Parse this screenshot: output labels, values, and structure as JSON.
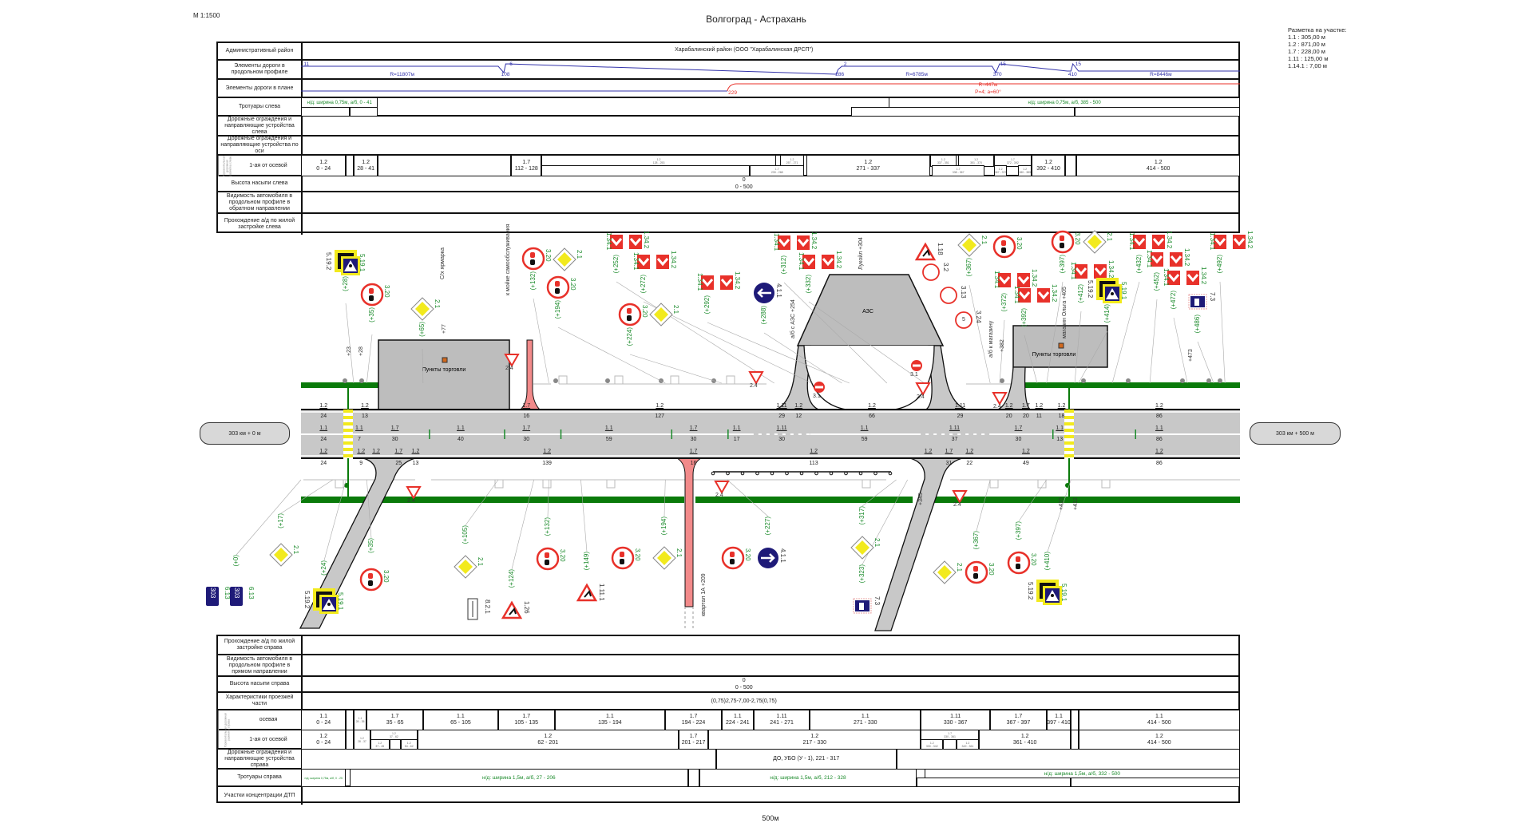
{
  "header": {
    "scale": "М 1:1500",
    "title": "Волгоград - Астрахань"
  },
  "legend": {
    "title": "Разметка на участке:",
    "items": [
      "1.1 : 305,00 м",
      "1.2 : 871,00 м",
      "1.7 : 228,00 м",
      "1.11 : 125,00 м",
      "1.14.1 : 7,00 м"
    ]
  },
  "top_table": {
    "rows": [
      {
        "label": "Административный район"
      },
      {
        "label": "Элементы дороги в продольном профиле"
      },
      {
        "label": "Элементы дороги в плане"
      },
      {
        "label": "Тротуары слева"
      },
      {
        "label": "Дорожные ограждения и направляющие устройства слева"
      },
      {
        "label": "Дорожные ограждения и направляющие устройства по оси"
      },
      {
        "label": "1-ая от осевой",
        "group": "Горизонтальная дорожная разметка слева"
      },
      {
        "label": "Высота насыпи слева"
      },
      {
        "label": "Видимость автомобиля в продольном профиле в обратном направлении"
      },
      {
        "label": "Прохождение а/д по жилой застройке слева"
      }
    ],
    "admin": "Харабалинский район (ООО \"Харабалинская ДРСП\")",
    "profile_labels": [
      "11",
      "R=11807м",
      "108",
      "6",
      "286",
      "2",
      "R=6785м",
      "370",
      "15",
      "410",
      "15",
      "R=8446м"
    ],
    "plan_labels": {
      "km": "229",
      "radius": "R=447м",
      "params": "Р=4; а=60°"
    },
    "sidewalks": [
      {
        "text": "н/д: ширина 0,75м, а/б, 0 - 41",
        "from": 0,
        "to": 41,
        "half": "top"
      },
      {
        "text": "",
        "from": 0,
        "to": 26,
        "half": "bottom"
      },
      {
        "text": "",
        "from": 26,
        "to": 41,
        "half": "bottom"
      },
      {
        "text": "н/д: ширина 0,75м, а/б, 385 - 500",
        "from": 313,
        "to": 500,
        "half": "top"
      },
      {
        "text": "",
        "from": 293,
        "to": 412,
        "half": "bottom"
      },
      {
        "text": "",
        "from": 412,
        "to": 500,
        "half": "bottom"
      }
    ],
    "marking_1st": [
      {
        "code": "1.2",
        "range": "0 - 24",
        "from": 0,
        "to": 24
      },
      {
        "code": "",
        "range": "",
        "from": 24,
        "to": 28
      },
      {
        "code": "1.2",
        "range": "28 - 41",
        "from": 28,
        "to": 41
      },
      {
        "code": "",
        "range": "",
        "from": 41,
        "to": 112
      },
      {
        "code": "1.7",
        "range": "112 - 128",
        "from": 112,
        "to": 128
      },
      {
        "code": "1.2",
        "range": "128 - 253",
        "from": 128,
        "to": 253,
        "half": "top",
        "tiny": true
      },
      {
        "code": "1.2",
        "range": "257 - 271",
        "from": 255,
        "to": 268,
        "half": "top",
        "tiny": true
      },
      {
        "code": "",
        "range": "",
        "from": 128,
        "to": 239,
        "half": "bottom"
      },
      {
        "code": "1.7",
        "range": "239 - 268",
        "from": 239,
        "to": 268,
        "half": "bottom",
        "tiny": true
      },
      {
        "code": "1.2",
        "range": "271 - 337",
        "from": 269,
        "to": 335
      },
      {
        "code": "1.2",
        "range": "337 - 351",
        "from": 335,
        "to": 349,
        "half": "top",
        "tiny": true
      },
      {
        "code": "1.2",
        "range": "351 - 370",
        "from": 350,
        "to": 369,
        "half": "top",
        "tiny": true
      },
      {
        "code": "1.7",
        "range": "372 - 392",
        "from": 369,
        "to": 389,
        "half": "top",
        "tiny": true
      },
      {
        "code": "1.7",
        "range": "338 - 367",
        "from": 336,
        "to": 364,
        "half": "bottom",
        "tiny": true
      },
      {
        "code": "1.2",
        "range": "367 - 372",
        "from": 369,
        "to": 376,
        "half": "bottom",
        "tiny": true
      },
      {
        "code": "1.2",
        "range": "380 - 389",
        "from": 382,
        "to": 389,
        "half": "bottom",
        "tiny": true
      },
      {
        "code": "1.2",
        "range": "392 - 410",
        "from": 389,
        "to": 407
      },
      {
        "code": "",
        "range": "",
        "from": 407,
        "to": 413
      },
      {
        "code": "1.2",
        "range": "414 - 500",
        "from": 413,
        "to": 500
      }
    ],
    "height": {
      "value": "0",
      "range": "0 - 500"
    }
  },
  "bottom_table": {
    "rows": [
      {
        "label": "Прохождение а/д по жилой застройке справа"
      },
      {
        "label": "Видимость автомобиля в продольном профиле в прямом направлении"
      },
      {
        "label": "Высота насыпи справа"
      },
      {
        "label": "Характеристики проезжей части"
      },
      {
        "label": "осевая",
        "group": "Горизонтальная дорожная разметка справа"
      },
      {
        "label": "1-ая от осевой"
      },
      {
        "label": "Дорожные ограждения и направляющие устройства справа"
      },
      {
        "label": "Тротуары справа"
      },
      {
        "label": "Участки концентрации ДТП"
      }
    ],
    "height": {
      "value": "0",
      "range": "0 - 500"
    },
    "characteristics": "(0,75)2,75-7,00-2,75(0,75)",
    "axial": [
      {
        "code": "1.1",
        "range": "0 - 24",
        "from": 0,
        "to": 24
      },
      {
        "code": "",
        "range": "",
        "from": 24,
        "to": 28
      },
      {
        "code": "1.1",
        "range": "28 - 35",
        "from": 28,
        "to": 35,
        "tiny": true
      },
      {
        "code": "1.7",
        "range": "35 - 65",
        "from": 35,
        "to": 65
      },
      {
        "code": "1.1",
        "range": "65 - 105",
        "from": 65,
        "to": 105
      },
      {
        "code": "1.7",
        "range": "105 - 135",
        "from": 105,
        "to": 135
      },
      {
        "code": "1.1",
        "range": "135 - 194",
        "from": 135,
        "to": 194
      },
      {
        "code": "1.7",
        "range": "194 - 224",
        "from": 194,
        "to": 224
      },
      {
        "code": "1.1",
        "range": "224 - 241",
        "from": 224,
        "to": 241
      },
      {
        "code": "1.11",
        "range": "241 - 271",
        "from": 241,
        "to": 271
      },
      {
        "code": "1.1",
        "range": "271 - 330",
        "from": 271,
        "to": 330
      },
      {
        "code": "1.11",
        "range": "330 - 367",
        "from": 330,
        "to": 367
      },
      {
        "code": "1.7",
        "range": "367 - 397",
        "from": 367,
        "to": 397
      },
      {
        "code": "1.1",
        "range": "397 - 410",
        "from": 397,
        "to": 410
      },
      {
        "code": "",
        "range": "",
        "from": 410,
        "to": 414
      },
      {
        "code": "1.1",
        "range": "414 - 500",
        "from": 414,
        "to": 500
      }
    ],
    "first": [
      {
        "code": "1.2",
        "range": "0 - 24",
        "from": 0,
        "to": 24
      },
      {
        "code": "",
        "range": "",
        "from": 24,
        "to": 28
      },
      {
        "code": "1.2",
        "range": "28 - 37",
        "from": 28,
        "to": 37,
        "tiny": true
      },
      {
        "code": "1.2",
        "range": "37 - 62",
        "from": 37,
        "to": 62,
        "half": "top",
        "tiny": true
      },
      {
        "code": "1.2",
        "range": "37 - 45",
        "from": 37,
        "to": 47,
        "half": "bottom",
        "tiny": true
      },
      {
        "code": "",
        "range": "",
        "from": 47,
        "to": 53,
        "half": "bottom"
      },
      {
        "code": "1.2",
        "range": "54 - 62",
        "from": 53,
        "to": 62,
        "half": "bottom",
        "tiny": true
      },
      {
        "code": "1.2",
        "range": "62 - 201",
        "from": 62,
        "to": 201
      },
      {
        "code": "1.7",
        "range": "201 - 217",
        "from": 201,
        "to": 217
      },
      {
        "code": "1.2",
        "range": "217 - 330",
        "from": 217,
        "to": 330
      },
      {
        "code": "1.7",
        "range": "330 - 361",
        "from": 330,
        "to": 361,
        "half": "top",
        "tiny": true
      },
      {
        "code": "1.2",
        "range": "330 - 342",
        "from": 330,
        "to": 342,
        "half": "bottom",
        "tiny": true
      },
      {
        "code": "",
        "range": "",
        "from": 342,
        "to": 349,
        "half": "bottom"
      },
      {
        "code": "1.2",
        "range": "349 - 361",
        "from": 349,
        "to": 361,
        "half": "bottom",
        "tiny": true
      },
      {
        "code": "1.2",
        "range": "361 - 410",
        "from": 361,
        "to": 410
      },
      {
        "code": "",
        "range": "",
        "from": 410,
        "to": 414
      },
      {
        "code": "1.2",
        "range": "414 - 500",
        "from": 414,
        "to": 500
      }
    ],
    "guards": [
      {
        "code": "",
        "range": "",
        "from": 0,
        "to": 221
      },
      {
        "code": "ДО, УБО (У - 1), 221 - 317",
        "range": "",
        "from": 221,
        "to": 317
      },
      {
        "code": "",
        "range": "",
        "from": 317,
        "to": 500
      }
    ],
    "sidewalks": [
      {
        "text": "н/д: ширина 0,75м, а/б, 0 - 25",
        "from": 0,
        "to": 24,
        "tiny": true
      },
      {
        "text": "н/д: ширина 1,5м, а/б, 27 - 206",
        "from": 26,
        "to": 206
      },
      {
        "text": "",
        "from": 206,
        "to": 212
      },
      {
        "text": "н/д: ширина 1,5м, а/б, 212 - 328",
        "from": 212,
        "to": 328
      },
      {
        "text": "н/д: ширина 1,5м, а/б, 332 - 500",
        "from": 332,
        "to": 500,
        "half": "top"
      },
      {
        "text": "",
        "from": 328,
        "to": 410,
        "half": "bottom"
      },
      {
        "text": "",
        "from": 410,
        "to": 500,
        "half": "bottom"
      }
    ]
  },
  "road": {
    "km_start": "303 км + 0 м",
    "km_end": "303 км + 500 м",
    "building_left": "Пункты торговли",
    "building_right": "Пункты торговли",
    "gas_station": "АЗС",
    "texts": [
      "С/х ярмарка",
      "к мойке самообслуживания",
      "Лукойл +304",
      "а/б с АЗС +254",
      "а/б к магазину",
      "+382",
      "магазин Ольга +405",
      "+473",
      "+77",
      "+23",
      "+28",
      "квартал 1А +209",
      "+345",
      "+412",
      "+410"
    ],
    "marking_top": [
      [
        "1.2",
        "24",
        12
      ],
      [
        "1.2",
        "13",
        34
      ],
      [
        "1.7",
        "16",
        120
      ],
      [
        "1.2",
        "127",
        191
      ],
      [
        "1.11",
        "29",
        256
      ],
      [
        "1.2",
        "12",
        265
      ],
      [
        "1.2",
        "66",
        304
      ],
      [
        "1.11",
        "29",
        351
      ],
      [
        "1.2",
        "20",
        377
      ],
      [
        "1.7",
        "20",
        386
      ],
      [
        "1.2",
        "11",
        393
      ],
      [
        "1.2",
        "18",
        405
      ],
      [
        "1.2",
        "86",
        457
      ]
    ],
    "marking_center": [
      [
        "1.1",
        "24",
        12
      ],
      [
        "1.1",
        "7",
        31
      ],
      [
        "1.7",
        "30",
        50
      ],
      [
        "1.1",
        "40",
        85
      ],
      [
        "1.7",
        "30",
        120
      ],
      [
        "1.1",
        "59",
        164
      ],
      [
        "1.7",
        "30",
        209
      ],
      [
        "1.1",
        "17",
        232
      ],
      [
        "1.11",
        "30",
        256
      ],
      [
        "1.1",
        "59",
        300
      ],
      [
        "1.11",
        "37",
        348
      ],
      [
        "1.7",
        "30",
        382
      ],
      [
        "1.1",
        "13",
        404
      ],
      [
        "1.1",
        "86",
        457
      ]
    ],
    "marking_bottom": [
      [
        "1.2",
        "24",
        12
      ],
      [
        "1.2",
        "9",
        32
      ],
      [
        "1.2",
        "",
        40
      ],
      [
        "1.7",
        "25",
        52
      ],
      [
        "1.2",
        "13",
        61
      ],
      [
        "1.2",
        "139",
        131
      ],
      [
        "1.7",
        "16",
        209
      ],
      [
        "1.2",
        "113",
        273
      ],
      [
        "1.2",
        "",
        334
      ],
      [
        "1.7",
        "31",
        345
      ],
      [
        "1.2",
        "22",
        356
      ],
      [
        "1.2",
        "49",
        386
      ],
      [
        "1.2",
        "86",
        457
      ]
    ]
  },
  "signs": [
    {
      "icon": "pedestrian-crossing",
      "code": "5.19.1",
      "code2": "5.19.2",
      "offset": "(+28)"
    },
    {
      "icon": "no-overtaking",
      "code": "3.20",
      "offset": "(+35)"
    },
    {
      "icon": "priority-road",
      "code": "2.1",
      "offset": "(+65)"
    },
    {
      "icon": "no-overtaking",
      "code": "3.20",
      "offset": "(+132)"
    },
    {
      "icon": "priority-road",
      "code": "2.1"
    },
    {
      "icon": "no-overtaking",
      "code": "3.20",
      "offset": "(+194)"
    },
    {
      "icon": "no-overtaking",
      "code": "3.20",
      "offset": "(+224)"
    },
    {
      "icon": "priority-road",
      "code": "2.1"
    },
    {
      "icon": "chevron-pair",
      "code": "1.34.1",
      "code2": "1.34.2",
      "offset": "(+252)"
    },
    {
      "icon": "chevron-pair",
      "code": "1.34.1",
      "code2": "1.34.2",
      "offset": "(+272)"
    },
    {
      "icon": "chevron-pair",
      "code": "1.34.1",
      "code2": "1.34.2",
      "offset": "(+292)"
    },
    {
      "icon": "direction-left",
      "code": "4.1.1",
      "offset": "(+288)"
    },
    {
      "icon": "chevron-pair",
      "code": "1.34.1",
      "code2": "1.34.2",
      "offset": "(+312)"
    },
    {
      "icon": "chevron-pair",
      "code": "1.34.1",
      "code2": "1.34.2",
      "offset": "(+332)"
    },
    {
      "icon": "warning-slippery",
      "code": "1.18"
    },
    {
      "icon": "prohibition",
      "code": "3.2"
    },
    {
      "icon": "prohibition",
      "code": "3.13"
    },
    {
      "icon": "prohibition-speed",
      "code": "3.24",
      "value": "5"
    },
    {
      "icon": "priority-road",
      "code": "2.1",
      "offset": "(+367)"
    },
    {
      "icon": "no-overtaking",
      "code": "3.20"
    },
    {
      "icon": "chevron-pair",
      "code": "1.34.1",
      "code2": "1.34.2",
      "offset": "(+372)"
    },
    {
      "icon": "chevron-pair",
      "code": "1.34.1",
      "code2": "1.34.2",
      "offset": "(+392)"
    },
    {
      "icon": "no-overtaking",
      "code": "3.20",
      "offset": "(+397)"
    },
    {
      "icon": "priority-road",
      "code": "2.1"
    },
    {
      "icon": "chevron-pair",
      "code": "1.34.1",
      "code2": "1.34.2",
      "offset": "(+412)"
    },
    {
      "icon": "pedestrian-crossing",
      "code": "5.19.1",
      "code2": "5.19.2",
      "offset": "(+414)"
    },
    {
      "icon": "chevron-pair",
      "code": "1.34.1",
      "code2": "1.34.2",
      "offset": "(+432)"
    },
    {
      "icon": "chevron-pair",
      "code": "1.34.1",
      "code2": "1.34.2",
      "offset": "(+452)"
    },
    {
      "icon": "chevron-pair",
      "code": "1.34.1",
      "code2": "1.34.2",
      "offset": "(+472)"
    },
    {
      "icon": "fuel-station",
      "code": "7.3",
      "offset": "(+486)"
    },
    {
      "icon": "chevron-pair",
      "code": "1.34.1",
      "code2": "1.34.2",
      "offset": "(+492)"
    },
    {
      "icon": "give-way",
      "code": "2.4"
    },
    {
      "icon": "give-way",
      "code": "2.4"
    },
    {
      "icon": "no-entry",
      "code": "3.1"
    },
    {
      "icon": "no-entry",
      "code": "3.1"
    },
    {
      "icon": "give-way",
      "code": "2.4"
    },
    {
      "icon": "give-way",
      "code": "2.4"
    },
    {
      "icon": "give-way",
      "code": "2.4"
    },
    {
      "icon": "give-way",
      "code": "2.4"
    },
    {
      "icon": "give-way",
      "code": "2.4"
    },
    {
      "icon": "priority-road",
      "code": "2.1",
      "offset": "(+17)"
    },
    {
      "icon": "km-post",
      "code": "6.13",
      "value": "303"
    },
    {
      "icon": "km-post",
      "code": "6.13",
      "value": "303",
      "offset": "(+0)"
    },
    {
      "icon": "pedestrian-crossing",
      "code": "5.19.1",
      "code2": "5.19.2",
      "offset": "(+24)"
    },
    {
      "icon": "no-overtaking",
      "code": "3.20",
      "offset": "(+35)"
    },
    {
      "icon": "priority-road",
      "code": "2.1",
      "offset": "(+105)"
    },
    {
      "icon": "plate-distance",
      "code": "8.2.1"
    },
    {
      "icon": "warning-animals",
      "code": "1.26",
      "offset": "(+124)"
    },
    {
      "icon": "no-overtaking",
      "code": "3.20",
      "offset": "(+132)"
    },
    {
      "icon": "warning-curve",
      "code": "1.11.1",
      "offset": "(+149)"
    },
    {
      "icon": "no-overtaking",
      "code": "3.20"
    },
    {
      "icon": "priority-road",
      "code": "2.1",
      "offset": "(+194)"
    },
    {
      "icon": "no-overtaking",
      "code": "3.20"
    },
    {
      "icon": "direction-right",
      "code": "4.1.1",
      "offset": "(+227)"
    },
    {
      "icon": "priority-road",
      "code": "2.1",
      "offset": "(+317)"
    },
    {
      "icon": "fuel-station",
      "code": "7.3",
      "offset": "(+323)"
    },
    {
      "icon": "priority-road",
      "code": "2.1"
    },
    {
      "icon": "no-overtaking",
      "code": "3.20",
      "offset": "(+367)"
    },
    {
      "icon": "no-overtaking",
      "code": "3.20",
      "offset": "(+397)"
    },
    {
      "icon": "pedestrian-crossing",
      "code": "5.19.1",
      "code2": "5.19.2",
      "offset": "(+410)"
    }
  ],
  "colors": {
    "sidewalk": "#0a7a0a",
    "road": "#c8c8c8",
    "building": "#bdbdbd",
    "accent_red": "#e8312a",
    "sign_blue": "#1e1a78",
    "sign_yellow": "#f2ea1d",
    "pink_lane": "#f28a8a",
    "profile_blue": "#3333aa"
  },
  "footer": {
    "length": "500м"
  }
}
